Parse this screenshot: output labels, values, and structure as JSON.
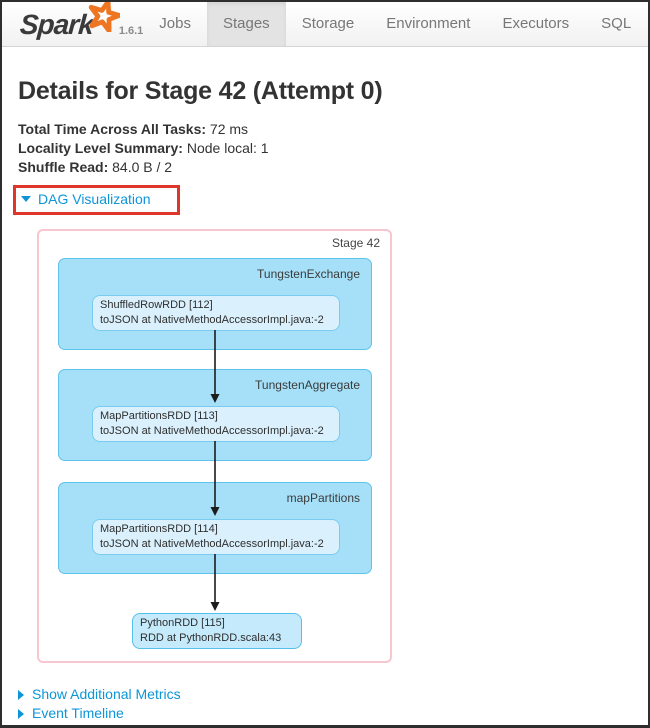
{
  "navbar": {
    "logo": "Spark",
    "version": "1.6.1",
    "items": [
      {
        "label": "Jobs",
        "active": false
      },
      {
        "label": "Stages",
        "active": true
      },
      {
        "label": "Storage",
        "active": false
      },
      {
        "label": "Environment",
        "active": false
      },
      {
        "label": "Executors",
        "active": false
      },
      {
        "label": "SQL",
        "active": false
      }
    ]
  },
  "page": {
    "title": "Details for Stage 42 (Attempt 0)",
    "metrics": [
      {
        "label": "Total Time Across All Tasks:",
        "value": "72 ms"
      },
      {
        "label": "Locality Level Summary:",
        "value": "Node local: 1"
      },
      {
        "label": "Shuffle Read:",
        "value": "84.0 B / 2"
      }
    ],
    "dag_toggle_label": "DAG Visualization",
    "links": [
      "Show Additional Metrics",
      "Event Timeline"
    ]
  },
  "dag": {
    "stage_label": "Stage 42",
    "clusters": [
      {
        "name": "TungstenExchange",
        "node": {
          "line1": "ShuffledRowRDD [112]",
          "line2": "toJSON at NativeMethodAccessorImpl.java:-2"
        }
      },
      {
        "name": "TungstenAggregate",
        "node": {
          "line1": "MapPartitionsRDD [113]",
          "line2": "toJSON at NativeMethodAccessorImpl.java:-2"
        }
      },
      {
        "name": "mapPartitions",
        "node": {
          "line1": "MapPartitionsRDD [114]",
          "line2": "toJSON at NativeMethodAccessorImpl.java:-2"
        }
      }
    ],
    "final_node": {
      "line1": "PythonRDD [115]",
      "line2": "RDD at PythonRDD.scala:43"
    }
  },
  "colors": {
    "link_blue": "#0d95d8",
    "annotation_red": "#e0352b",
    "stage_box_border_pink": "#f8c6d1",
    "cluster_fill": "#a6e0f8",
    "cluster_border": "#5fc2ea",
    "node_fill": "#daf1fd",
    "final_node_fill": "#c5eafb",
    "node_border": "#79cbf0",
    "spark_orange": "#ee7622",
    "active_tab_gray": "#e3e3e3",
    "nav_text_gray": "#777777"
  }
}
